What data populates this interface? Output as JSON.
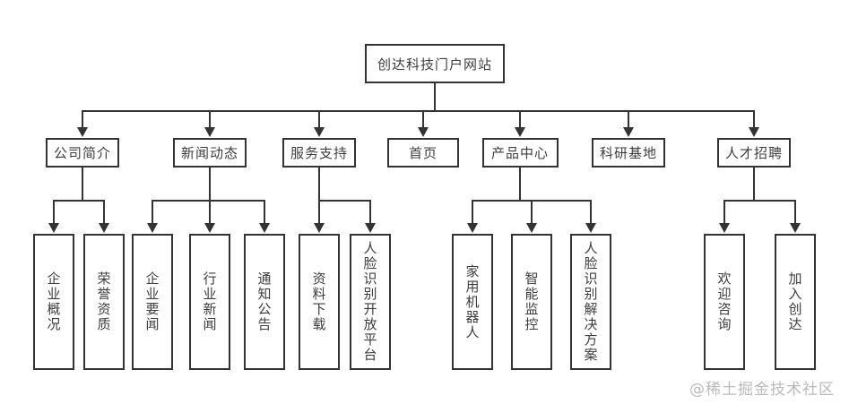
{
  "diagram": {
    "root": "创达科技门户网站",
    "nodes": [
      {
        "label": "公司简介",
        "children": [
          "企业概况",
          "荣誉资质"
        ]
      },
      {
        "label": "新闻动态",
        "children": [
          "企业要闻",
          "行业新闻",
          "通知公告"
        ]
      },
      {
        "label": "服务支持",
        "children": [
          "资料下载",
          "人脸识别开放平台"
        ]
      },
      {
        "label": "首页",
        "children": []
      },
      {
        "label": "产品中心",
        "children": [
          "家用机器人",
          "智能监控",
          "人脸识别解决方案"
        ]
      },
      {
        "label": "科研基地",
        "children": []
      },
      {
        "label": "人才招聘",
        "children": [
          "欢迎咨询",
          "加入创达"
        ]
      }
    ]
  },
  "watermark": "@稀土掘金技术社区",
  "colors": {
    "line": "#333333",
    "box_border": "#333333",
    "box_fill": "#ffffff",
    "text": "#3d3d3d",
    "watermark": "#b9b9b9",
    "background": "#ffffff"
  }
}
